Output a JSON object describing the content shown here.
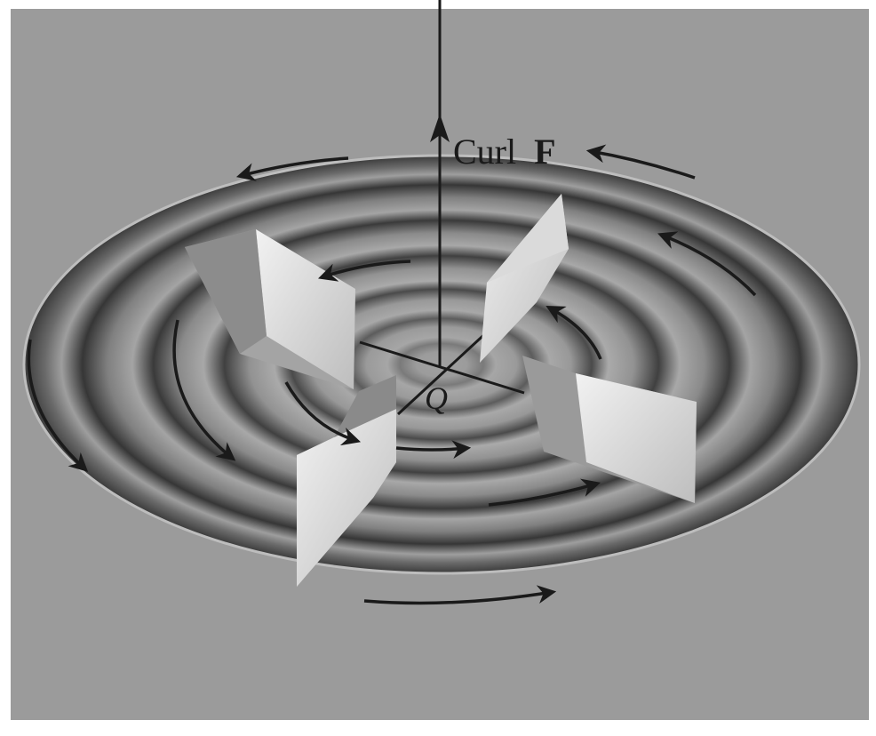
{
  "diagram": {
    "labels": {
      "curl_text": "Curl",
      "curl_vector": "F",
      "point": "Q"
    },
    "colors": {
      "background": "#9a9a9a",
      "ring_dark": "#3c3c3c",
      "ring_light": "#a8a8a8",
      "paddle_light": "#e8e8e8",
      "paddle_mid": "#c4c4c4",
      "paddle_dark": "#8e8e8e",
      "ink": "#1a1a1a"
    },
    "elements": {
      "vertical_axis": "curl-vector-axis",
      "paddle_count": 4,
      "circulation_direction": "counterclockwise"
    }
  }
}
